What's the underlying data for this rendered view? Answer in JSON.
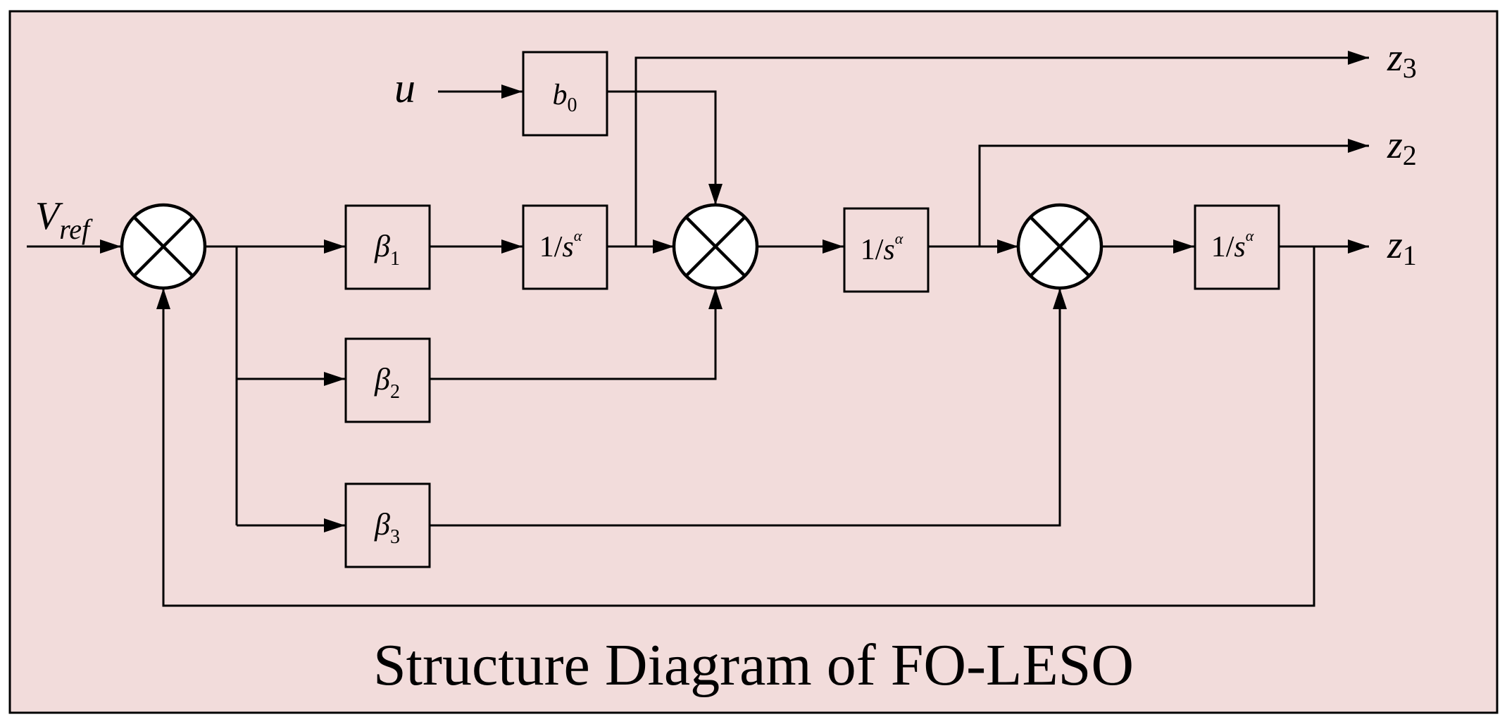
{
  "diagram": {
    "title": "Structure Diagram of FO-LESO",
    "background_color": "#f2dcdb",
    "inputs": {
      "reference": {
        "main": "V",
        "sub": "ref"
      },
      "control": "u"
    },
    "outputs": [
      {
        "main": "z",
        "sub": "3"
      },
      {
        "main": "z",
        "sub": "2"
      },
      {
        "main": "z",
        "sub": "1"
      }
    ],
    "blocks": {
      "b0": {
        "main": "b",
        "sub": "0"
      },
      "beta1": {
        "main": "β",
        "sub": "1"
      },
      "beta2": {
        "main": "β",
        "sub": "2"
      },
      "beta3": {
        "main": "β",
        "sub": "3"
      },
      "integrator": {
        "prefix": "1/",
        "base": "s",
        "sup": "α"
      }
    },
    "summing_junctions": [
      "sum-junction-1",
      "sum-junction-2",
      "sum-junction-3"
    ]
  }
}
